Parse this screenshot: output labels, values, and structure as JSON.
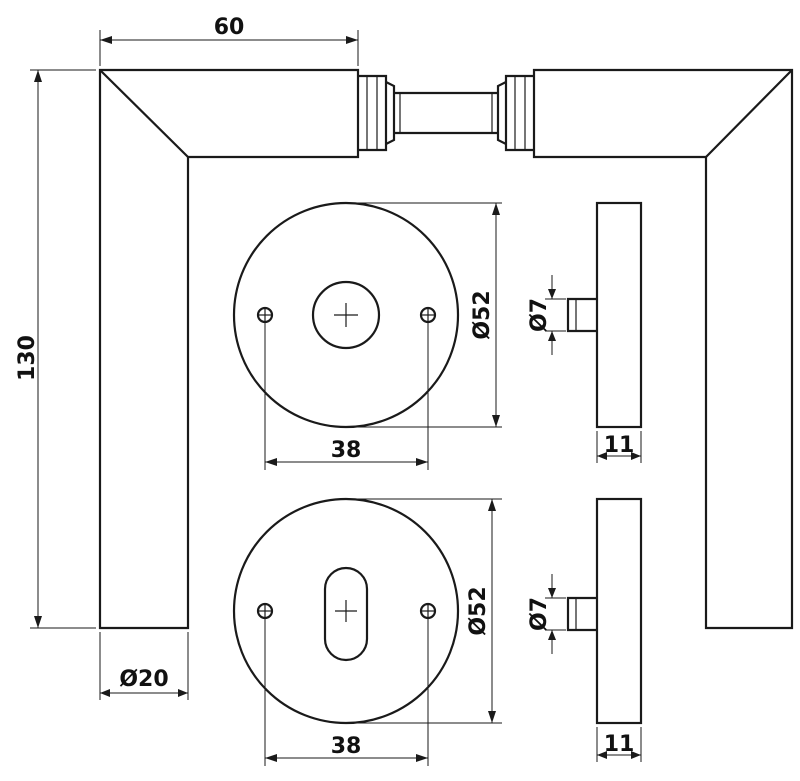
{
  "dimensions": {
    "handle_projection": "60",
    "handle_height": "130",
    "handle_diameter": "Ø20",
    "rose_top_diameter": "Ø52",
    "rose_top_hole_spacing": "38",
    "rose_top_spindle": "Ø7",
    "rose_top_thickness": "11",
    "rose_bottom_diameter": "Ø52",
    "rose_bottom_hole_spacing": "38",
    "rose_bottom_spindle": "Ø7",
    "rose_bottom_thickness": "11"
  },
  "colors": {
    "line": "#1a1a1a",
    "background": "#ffffff"
  }
}
